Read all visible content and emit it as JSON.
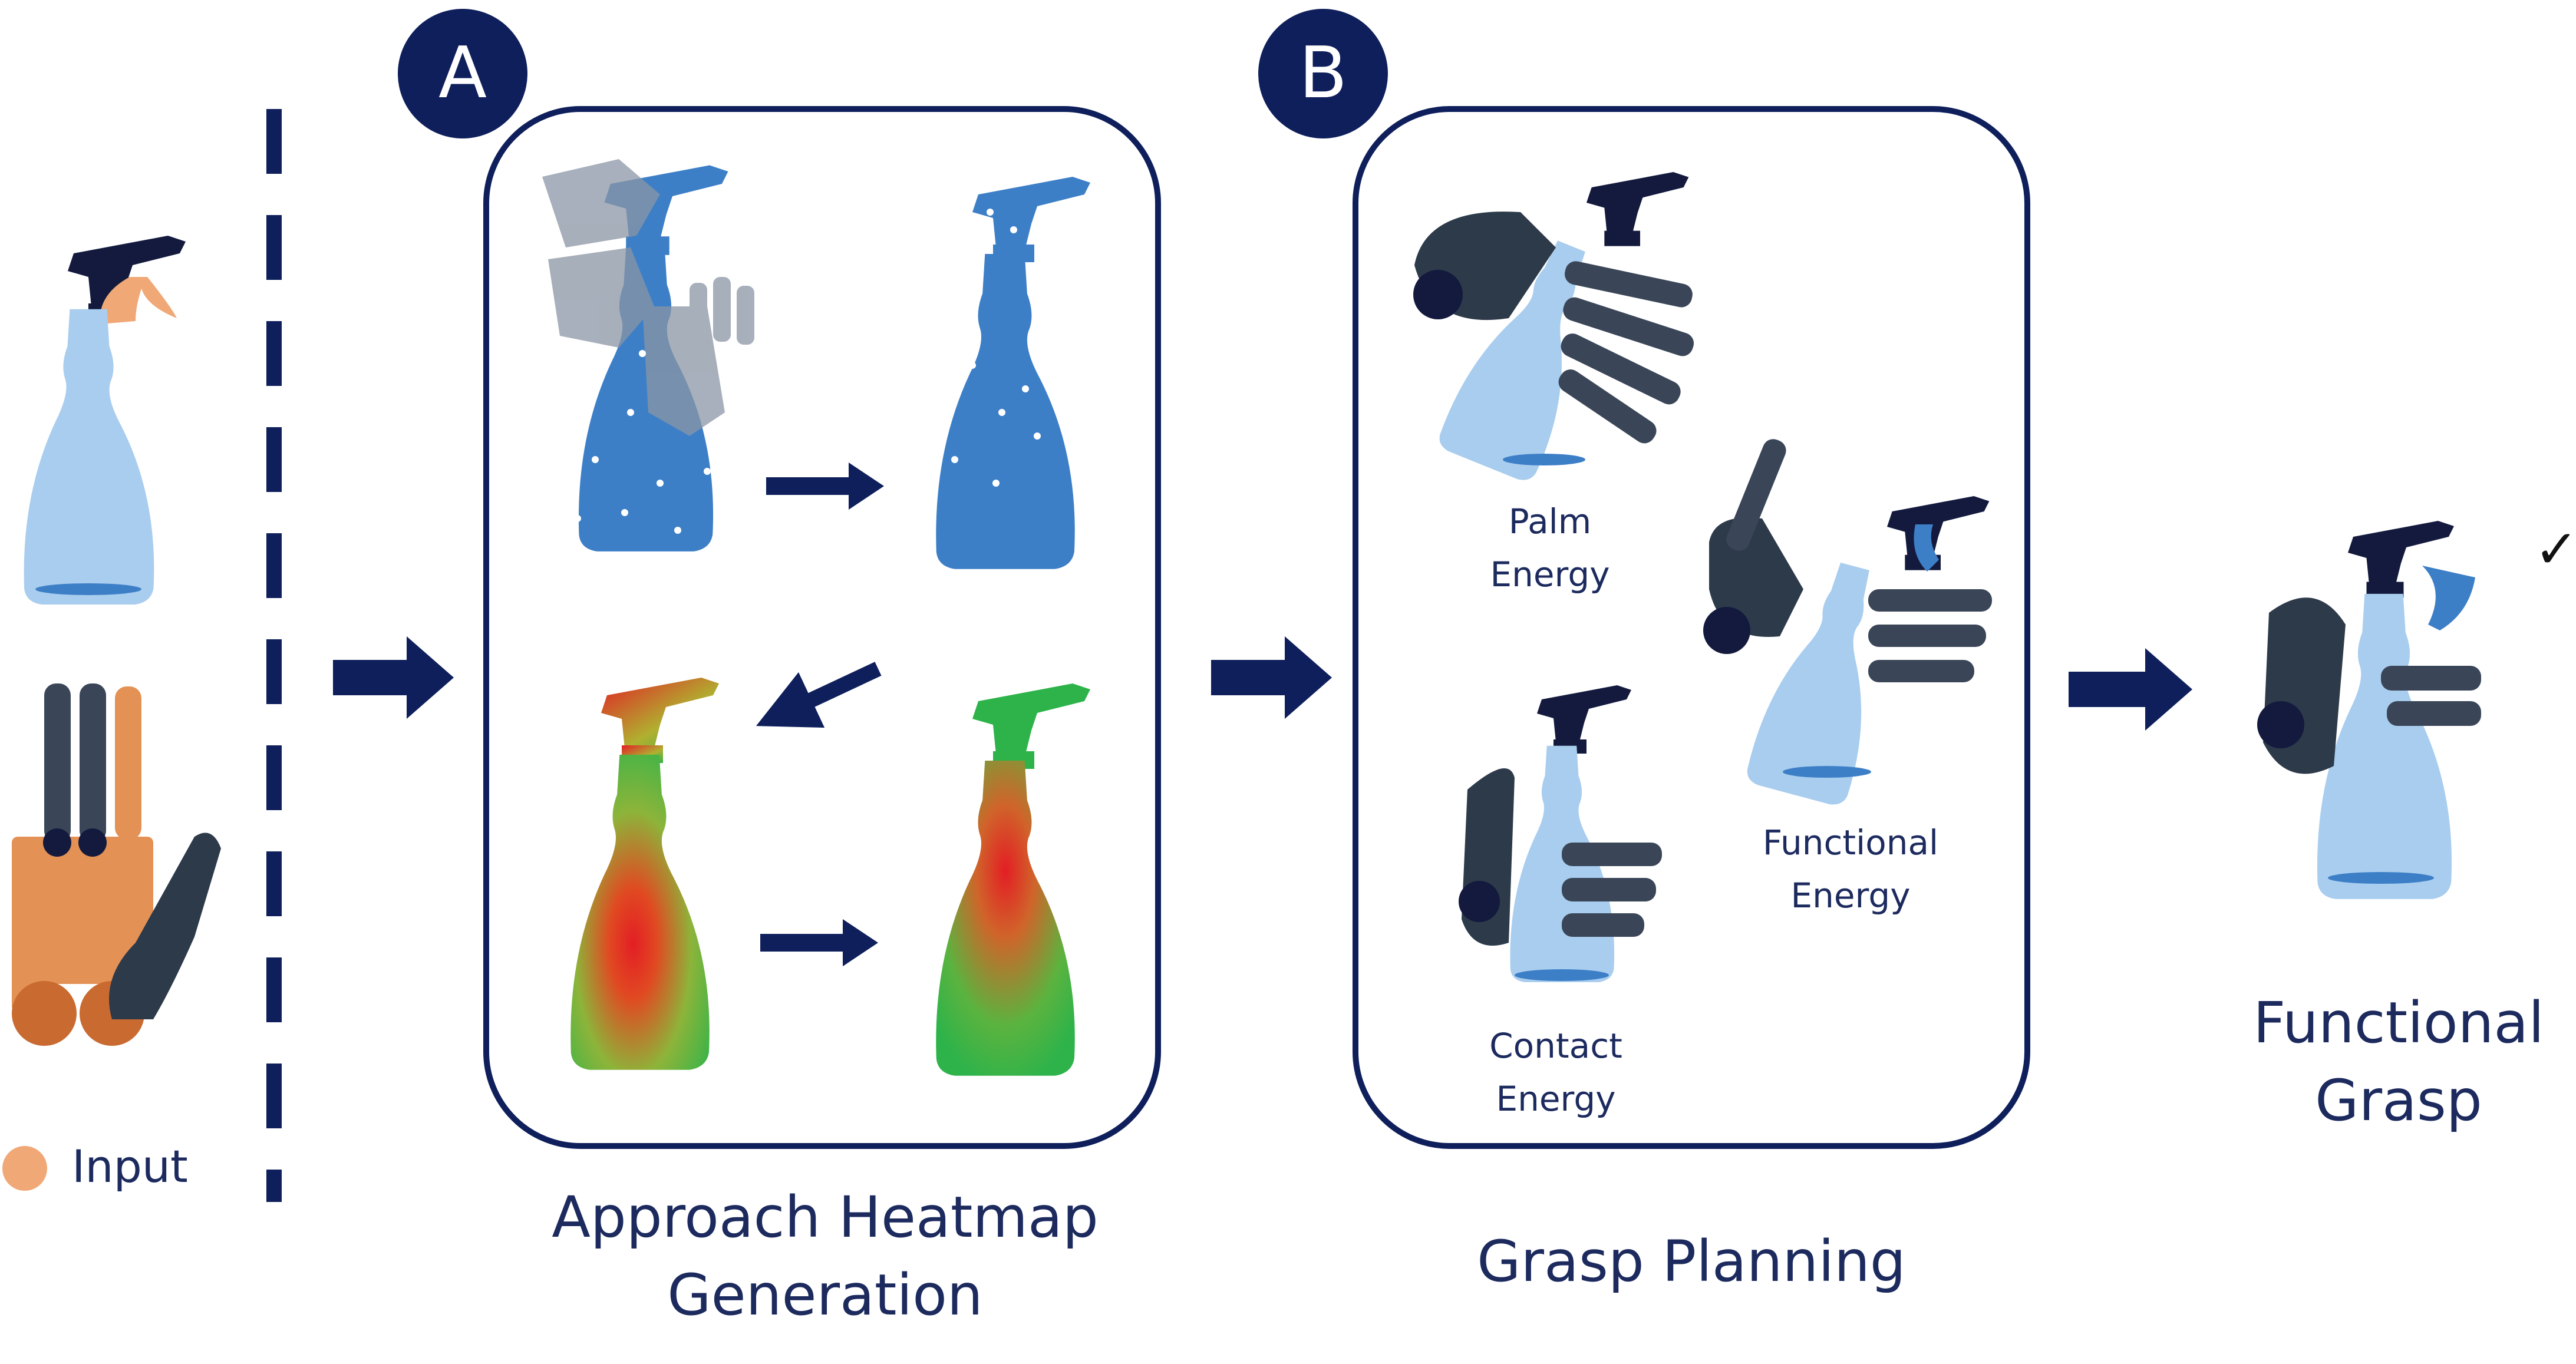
{
  "badges": {
    "a": "A",
    "b": "B"
  },
  "labels": {
    "approach_line1": "Approach Heatmap",
    "approach_line2": "Generation",
    "planning": "Grasp Planning",
    "result_line1": "Functional",
    "result_line2": "Grasp",
    "palm_line1": "Palm",
    "palm_line2": "Energy",
    "functional_line1": "Functional",
    "functional_line2": "Energy",
    "contact_line1": "Contact",
    "contact_line2": "Energy",
    "check": "✓"
  },
  "legend": {
    "input_label": "Input",
    "input_color": "#f0a877"
  },
  "colors": {
    "navy": "#0e1f5b",
    "bottle_light": "#a9cdee",
    "bottle_mid": "#3d7fc7",
    "cap_dark": "#131a3d",
    "hand_dark": "#2d3a4a",
    "hand_orange": "#e39155",
    "heat_green": "#2db34a",
    "heat_red": "#e31e24"
  },
  "icons": [
    "spray-bottle-icon",
    "robot-hand-icon",
    "arrow-right-icon",
    "checkmark-icon"
  ]
}
